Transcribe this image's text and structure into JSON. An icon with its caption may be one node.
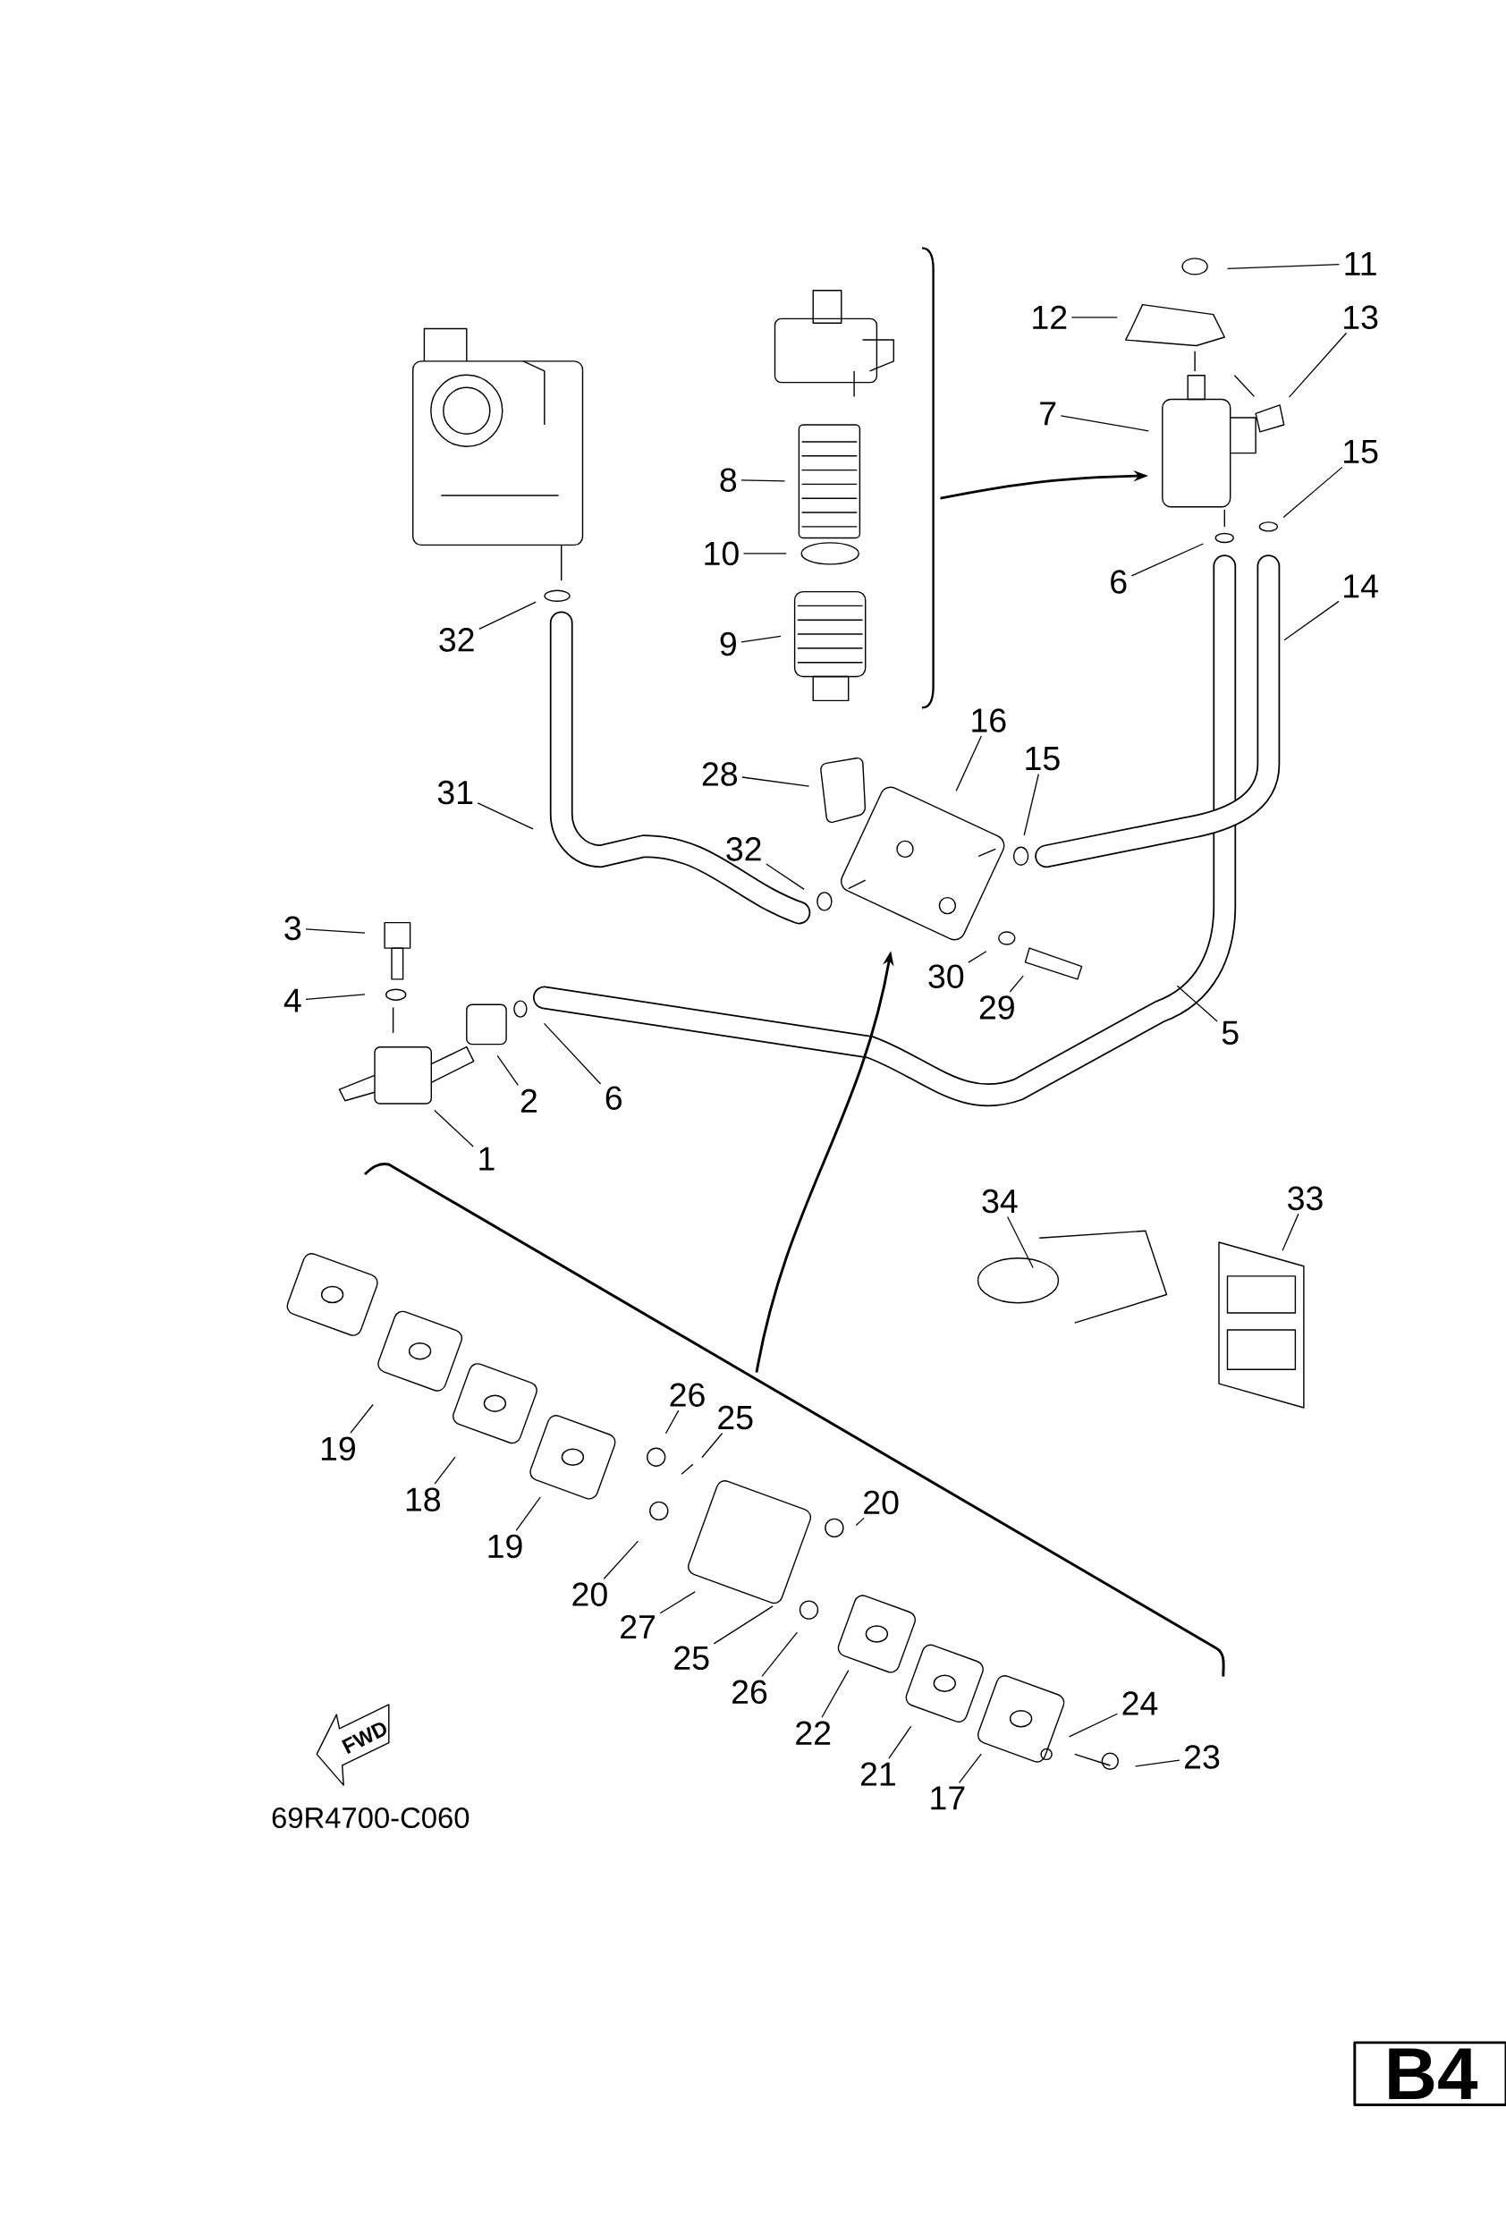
{
  "diagram": {
    "nodes": [
      {
        "text": [
          "11"
        ]
      },
      {
        "text": [
          "12"
        ]
      },
      {
        "text": [
          "13"
        ]
      },
      {
        "text": [
          "7"
        ]
      },
      {
        "text": [
          "15"
        ]
      },
      {
        "text": [
          "6"
        ]
      },
      {
        "text": [
          "14"
        ]
      },
      {
        "text": [
          "8"
        ]
      },
      {
        "text": [
          "10"
        ]
      },
      {
        "text": [
          "9"
        ]
      },
      {
        "text": [
          "32"
        ]
      },
      {
        "text": [
          "16"
        ]
      },
      {
        "text": [
          "28"
        ]
      },
      {
        "text": [
          "15"
        ]
      },
      {
        "text": [
          "31"
        ]
      },
      {
        "text": [
          "32"
        ]
      },
      {
        "text": [
          "3"
        ]
      },
      {
        "text": [
          "4"
        ]
      },
      {
        "text": [
          "30"
        ]
      },
      {
        "text": [
          "29"
        ]
      },
      {
        "text": [
          "5"
        ]
      },
      {
        "text": [
          "2"
        ]
      },
      {
        "text": [
          "6"
        ]
      },
      {
        "text": [
          "1"
        ]
      },
      {
        "text": [
          "34"
        ]
      },
      {
        "text": [
          "33"
        ]
      },
      {
        "text": [
          "26"
        ]
      },
      {
        "text": [
          "25"
        ]
      },
      {
        "text": [
          "19"
        ]
      },
      {
        "text": [
          "18"
        ]
      },
      {
        "text": [
          "19"
        ]
      },
      {
        "text": [
          "20"
        ]
      },
      {
        "text": [
          "20"
        ]
      },
      {
        "text": [
          "27"
        ]
      },
      {
        "text": [
          "25"
        ]
      },
      {
        "text": [
          "26"
        ]
      },
      {
        "text": [
          "22"
        ]
      },
      {
        "text": [
          "24"
        ]
      },
      {
        "text": [
          "23"
        ]
      },
      {
        "text": [
          "21"
        ]
      },
      {
        "text": [
          "17"
        ]
      }
    ],
    "edges": [
      {
        "from": 0,
        "to": null,
        "arrow": "none"
      },
      {
        "from": 1,
        "to": null,
        "arrow": "none"
      },
      {
        "from": 2,
        "to": null,
        "arrow": "none"
      },
      {
        "from": 3,
        "to": null,
        "arrow": "none"
      },
      {
        "from": 4,
        "to": null,
        "arrow": "none"
      },
      {
        "from": 5,
        "to": null,
        "arrow": "none"
      },
      {
        "from": 6,
        "to": null,
        "arrow": "none"
      },
      {
        "from": 7,
        "to": null,
        "arrow": "none"
      },
      {
        "from": 8,
        "to": null,
        "arrow": "none"
      },
      {
        "from": 9,
        "to": null,
        "arrow": "none"
      },
      {
        "from": 10,
        "to": null,
        "arrow": "none"
      },
      {
        "from": 11,
        "to": null,
        "arrow": "none"
      },
      {
        "from": 12,
        "to": null,
        "arrow": "none"
      },
      {
        "from": 13,
        "to": null,
        "arrow": "none"
      },
      {
        "from": 14,
        "to": null,
        "arrow": "none"
      },
      {
        "from": 15,
        "to": null,
        "arrow": "none"
      },
      {
        "from": 16,
        "to": null,
        "arrow": "none"
      },
      {
        "from": 17,
        "to": null,
        "arrow": "none"
      },
      {
        "from": 18,
        "to": null,
        "arrow": "none"
      },
      {
        "from": 19,
        "to": null,
        "arrow": "none"
      },
      {
        "from": 20,
        "to": null,
        "arrow": "none"
      },
      {
        "from": 21,
        "to": null,
        "arrow": "none"
      },
      {
        "from": 22,
        "to": null,
        "arrow": "none"
      },
      {
        "from": 23,
        "to": null,
        "arrow": "none"
      },
      {
        "from": 24,
        "to": null,
        "arrow": "none"
      },
      {
        "from": 25,
        "to": null,
        "arrow": "none"
      },
      {
        "from": 26,
        "to": null,
        "arrow": "none"
      },
      {
        "from": 27,
        "to": null,
        "arrow": "none"
      },
      {
        "from": 28,
        "to": null,
        "arrow": "none"
      },
      {
        "from": 29,
        "to": null,
        "arrow": "none"
      },
      {
        "from": 30,
        "to": null,
        "arrow": "none"
      },
      {
        "from": 31,
        "to": null,
        "arrow": "none"
      },
      {
        "from": 32,
        "to": null,
        "arrow": "none"
      },
      {
        "from": 33,
        "to": null,
        "arrow": "none"
      },
      {
        "from": 34,
        "to": null,
        "arrow": "none"
      },
      {
        "from": 35,
        "to": null,
        "arrow": "none"
      },
      {
        "from": 36,
        "to": null,
        "arrow": "none"
      },
      {
        "from": 37,
        "to": null,
        "arrow": "none"
      },
      {
        "from": 38,
        "to": null,
        "arrow": "none"
      },
      {
        "from": 39,
        "to": null,
        "arrow": "none"
      },
      {
        "from": 40,
        "to": null,
        "arrow": "none"
      }
    ],
    "labels": [
      "FWD",
      "69R4700-C060",
      "B4"
    ]
  }
}
